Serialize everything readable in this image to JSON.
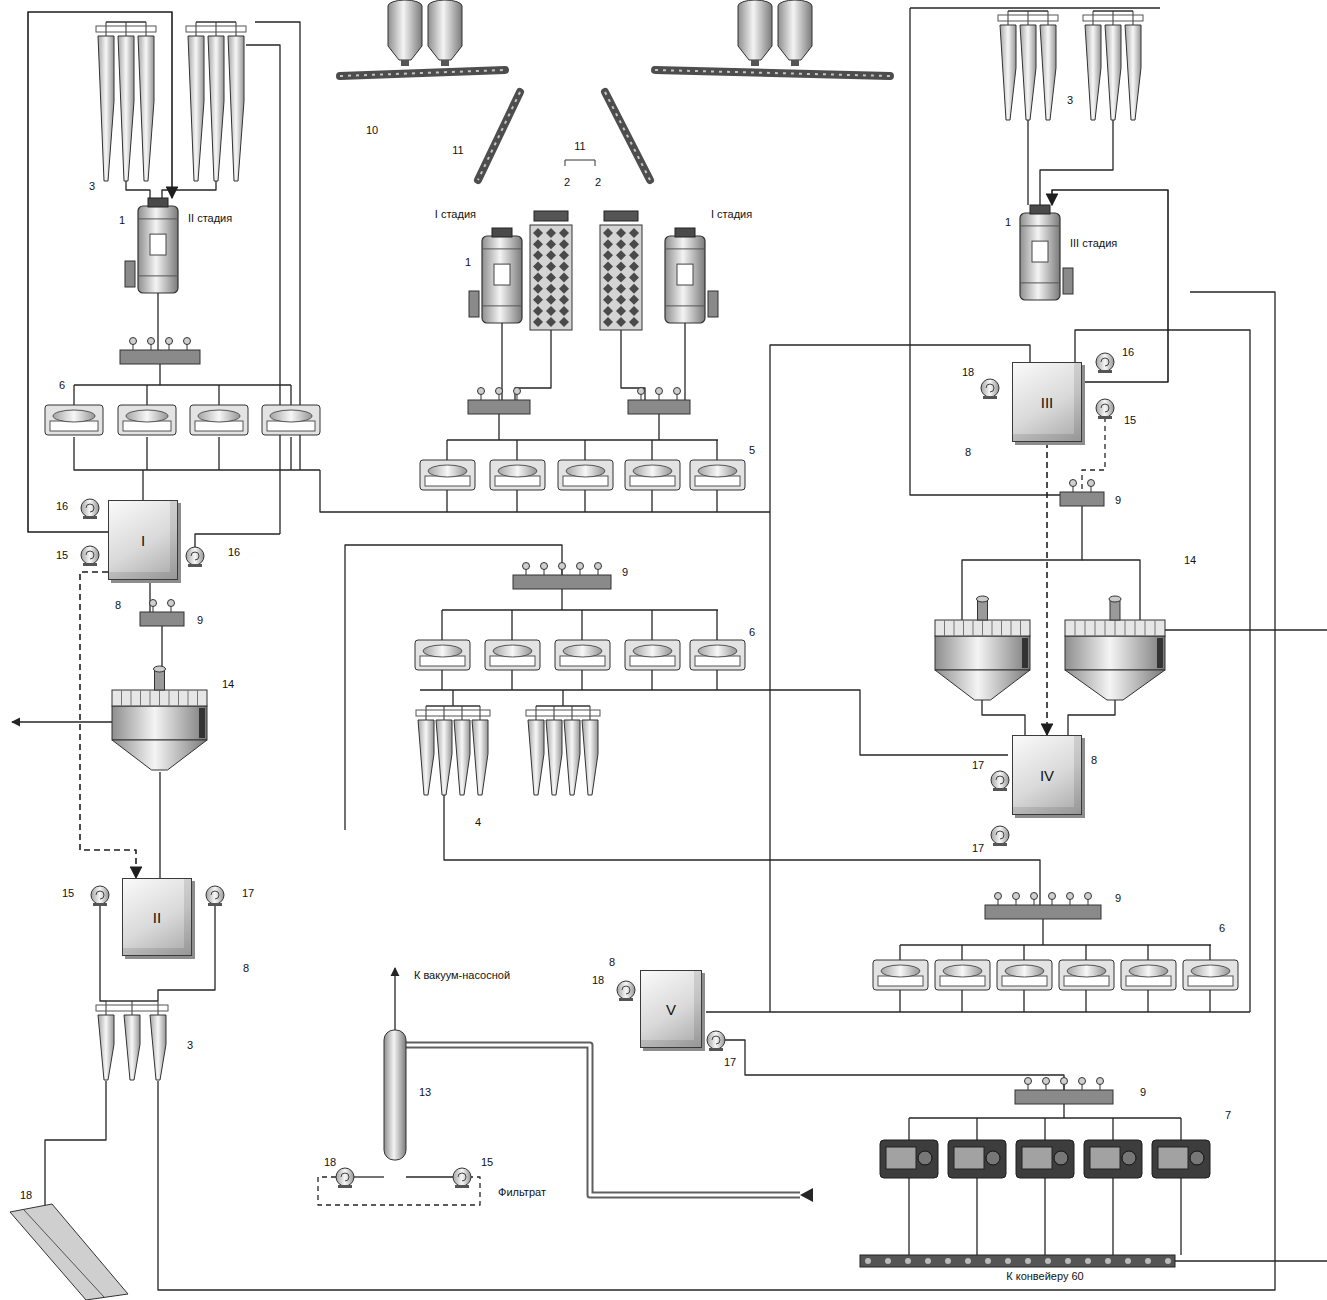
{
  "diagram": {
    "nodes": [
      {
        "text": [
          "II стадия"
        ]
      },
      {
        "text": [
          "I стадия"
        ]
      },
      {
        "text": [
          "I стадия"
        ]
      },
      {
        "text": [
          "III стадия"
        ]
      },
      {
        "text": [
          "I"
        ]
      },
      {
        "text": [
          "III"
        ]
      },
      {
        "text": [
          "IV"
        ]
      },
      {
        "text": [
          "II"
        ]
      },
      {
        "text": [
          "V"
        ]
      }
    ],
    "edges": [
      {
        "from": 4,
        "to": 0,
        "arrow": "to"
      },
      {
        "from": 5,
        "to": 3,
        "arrow": "to"
      },
      {
        "from": 4,
        "to": 7,
        "arrow": "to"
      },
      {
        "from": 5,
        "to": 6,
        "arrow": "to"
      }
    ],
    "labels": [
      "10",
      "11",
      "11",
      "2",
      "2",
      "3",
      "1",
      "6",
      "16",
      "15",
      "16",
      "8",
      "9",
      "14",
      "15",
      "17",
      "8",
      "3",
      "18",
      "1",
      "5",
      "9",
      "6",
      "4",
      "3",
      "1",
      "16",
      "18",
      "15",
      "8",
      "9",
      "14",
      "17",
      "8",
      "17",
      "9",
      "6",
      "8",
      "18",
      "17",
      "9",
      "7",
      "13",
      "18",
      "15",
      "К вакуум-насосной",
      "Фильтрат",
      "К конвейеру 60"
    ]
  }
}
